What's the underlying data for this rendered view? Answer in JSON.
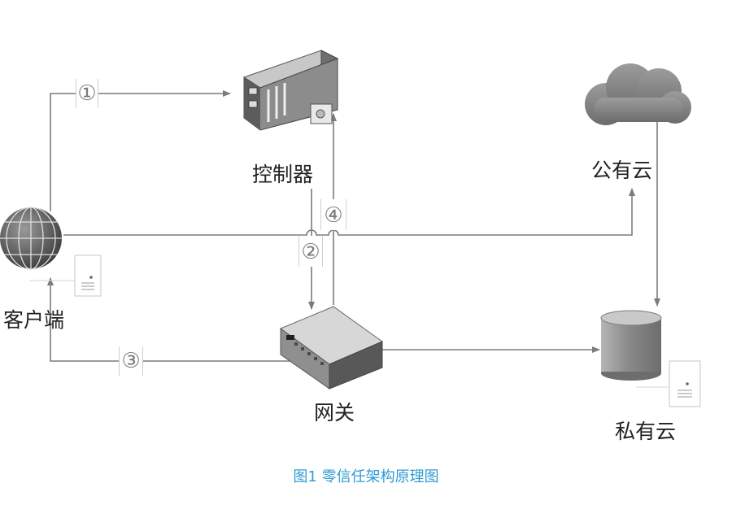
{
  "nodes": {
    "controller": "控制器",
    "public_cloud": "公有云",
    "client": "客户端",
    "gateway": "网关",
    "private_cloud": "私有云"
  },
  "steps": [
    "①",
    "②",
    "③",
    "④"
  ],
  "caption": "图1 零信任架构原理图",
  "colors": {
    "line": "#7c7c7c",
    "caption": "#2f9bd2"
  }
}
